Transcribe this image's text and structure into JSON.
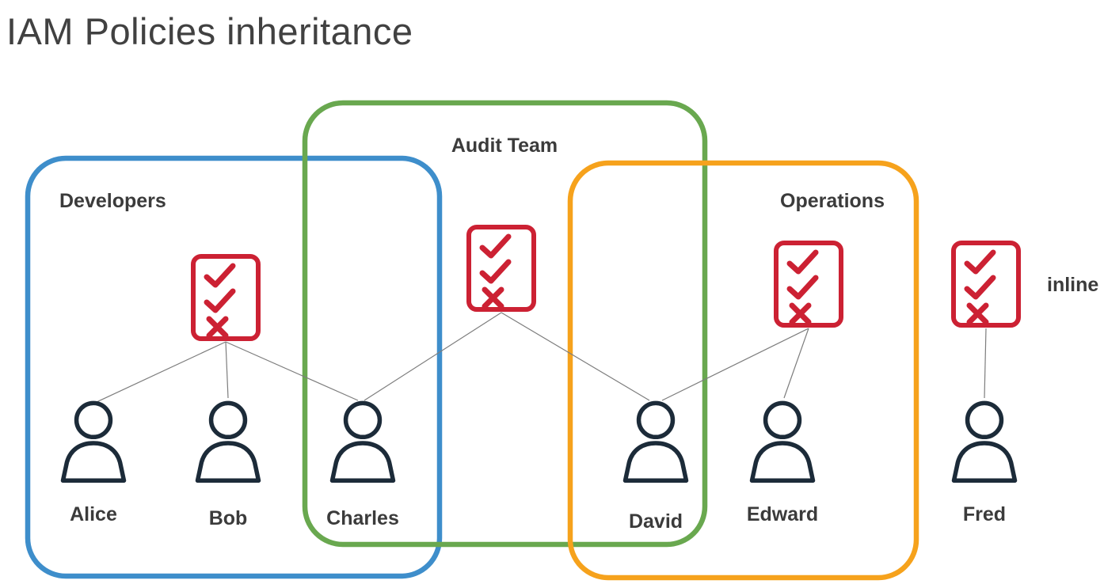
{
  "title": "IAM Policies inheritance",
  "colors": {
    "developers_group": "#3e8ecb",
    "audit_group": "#69a84f",
    "operations_group": "#f6a21c",
    "policy_red": "#cc2133",
    "person_dark": "#1c2b39",
    "connector_gray": "#7d7d7d",
    "label_dark": "#3b3b3b",
    "title_gray": "#414141"
  },
  "groups": [
    {
      "label": "Developers"
    },
    {
      "label": "Audit Team"
    },
    {
      "label": "Operations"
    }
  ],
  "users": [
    {
      "name": "Alice",
      "groups": [
        "Developers"
      ]
    },
    {
      "name": "Bob",
      "groups": [
        "Developers"
      ]
    },
    {
      "name": "Charles",
      "groups": [
        "Developers",
        "Audit Team"
      ]
    },
    {
      "name": "David",
      "groups": [
        "Audit Team",
        "Operations"
      ]
    },
    {
      "name": "Edward",
      "groups": [
        "Operations"
      ]
    },
    {
      "name": "Fred",
      "groups": []
    }
  ],
  "policies": [
    {
      "attached_to": "Developers",
      "users_covered": [
        "Alice",
        "Bob",
        "Charles"
      ],
      "marks": [
        "check",
        "check",
        "x"
      ]
    },
    {
      "attached_to": "Audit Team",
      "users_covered": [
        "Charles",
        "David"
      ],
      "marks": [
        "check",
        "check",
        "x"
      ]
    },
    {
      "attached_to": "Operations",
      "users_covered": [
        "David",
        "Edward"
      ],
      "marks": [
        "check",
        "check",
        "x"
      ]
    },
    {
      "label": "inline",
      "attached_to": "Fred",
      "users_covered": [
        "Fred"
      ],
      "marks": [
        "check",
        "check",
        "x"
      ]
    }
  ],
  "icons": {
    "policy": "policy-checklist-icon",
    "user": "person-icon"
  }
}
